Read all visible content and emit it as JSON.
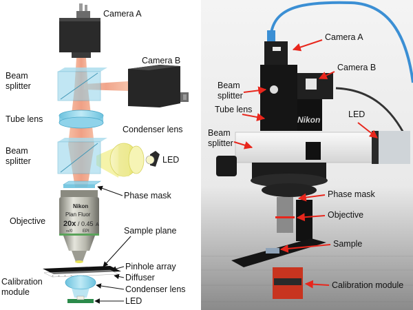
{
  "left_panel": {
    "labels": {
      "camera_a": "Camera A",
      "camera_b": "Camera B",
      "beam_splitter_1_line1": "Beam",
      "beam_splitter_1_line2": "splitter",
      "tube_lens": "Tube lens",
      "condenser_lens": "Condenser lens",
      "beam_splitter_2_line1": "Beam",
      "beam_splitter_2_line2": "splitter",
      "led": "LED",
      "phase_mask": "Phase mask",
      "objective": "Objective",
      "sample_plane": "Sample plane",
      "pinhole_array": "Pinhole array",
      "diffuser": "Diffuser",
      "calibration_module_line1": "Calibration",
      "calibration_module_line2": "module",
      "condenser_lens_2": "Condenser lens",
      "led_2": "LED"
    },
    "objective_text": {
      "brand": "Nikon",
      "model": "Plan Fluor",
      "magnification": "20x",
      "na": "/ 0.45",
      "code": "A",
      "extra": "∞/0",
      "epi": "EPI"
    }
  },
  "right_panel": {
    "labels": {
      "camera_a": "Camera A",
      "camera_b": "Camera B",
      "beam_splitter_1_line1": "Beam",
      "beam_splitter_1_line2": "splitter",
      "tube_lens": "Tube lens",
      "led": "LED",
      "beam_splitter_2_line1": "Beam",
      "beam_splitter_2_line2": "splitter",
      "phase_mask": "Phase mask",
      "objective": "Objective",
      "sample": "Sample",
      "calibration_module": "Calibration module"
    },
    "nikon_text": "Nikon"
  },
  "colors": {
    "beam": "#f2a98a",
    "glass": "#8fd3ea",
    "led_light": "#f3ef8a",
    "arrow_red": "#e8261c",
    "cable_blue": "#3b8fd4"
  }
}
